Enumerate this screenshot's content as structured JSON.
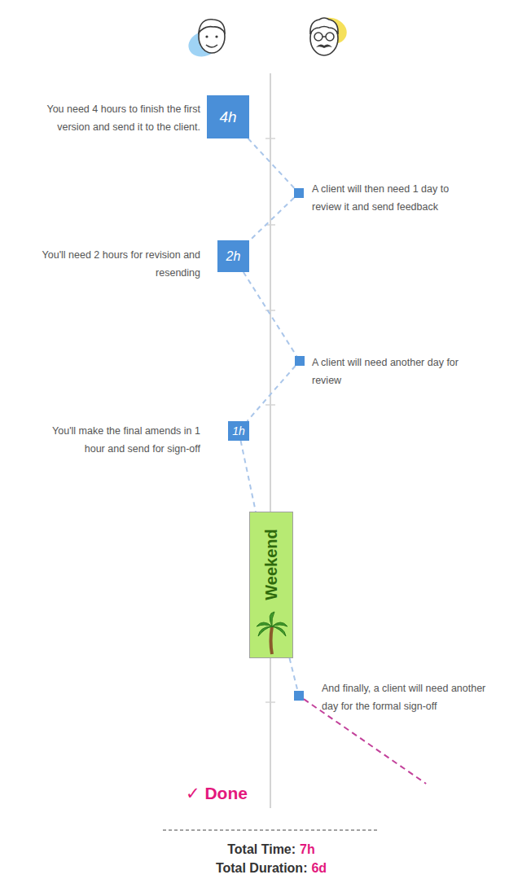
{
  "diagram": {
    "nodes": [
      {
        "text": [
          "You need 4 hours to finish the first version and send it to the client.",
          "4h"
        ]
      },
      {
        "text": [
          "A client will then need 1 day to review it and send feedback"
        ]
      },
      {
        "text": [
          "You'll need 2 hours for revision and resending",
          "2h"
        ]
      },
      {
        "text": [
          "A client will need another day for review"
        ]
      },
      {
        "text": [
          "You'll make the final amends in 1 hour and send for sign-off",
          "1h"
        ]
      },
      {
        "text": [
          "Weekend"
        ]
      },
      {
        "text": [
          "And finally, a client will need another day for the formal sign-off"
        ]
      },
      {
        "text": [
          "✓ Done"
        ]
      }
    ],
    "edges": [
      {
        "from": 0,
        "to": 1,
        "arrow": "none"
      },
      {
        "from": 1,
        "to": 2,
        "arrow": "none"
      },
      {
        "from": 2,
        "to": 3,
        "arrow": "none"
      },
      {
        "from": 3,
        "to": 4,
        "arrow": "none"
      },
      {
        "from": 4,
        "to": 5,
        "arrow": "none"
      },
      {
        "from": 5,
        "to": 6,
        "arrow": "none"
      },
      {
        "from": 6,
        "to": 7,
        "arrow": "none"
      }
    ],
    "labels": [
      "Total Time:",
      "7h",
      "Total Duration:",
      "6d"
    ]
  }
}
